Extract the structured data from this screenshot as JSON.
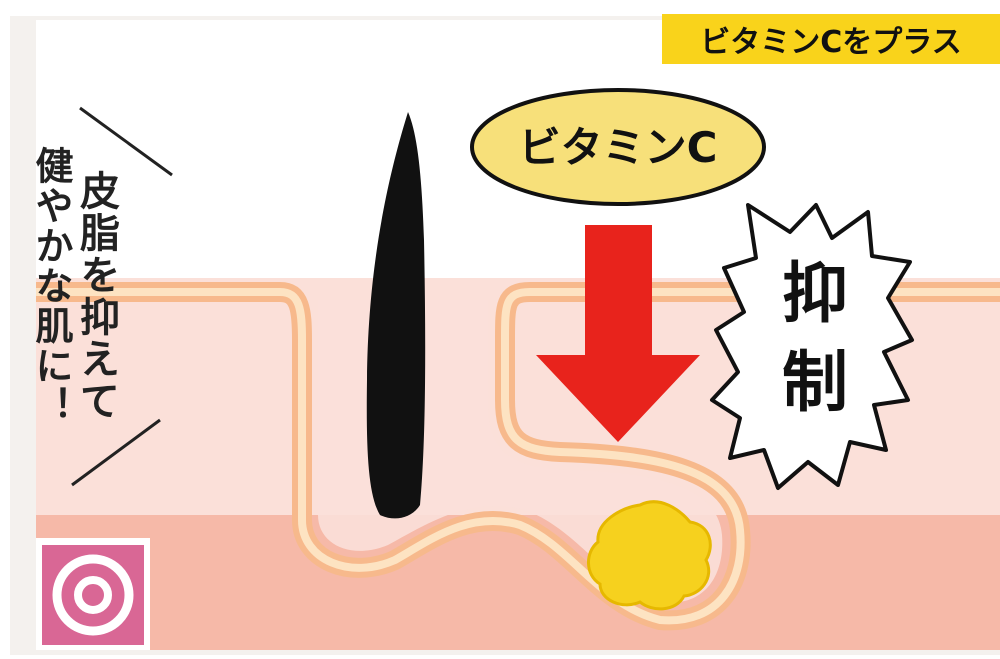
{
  "header": {
    "tag_label": "ビタミンCをプラス"
  },
  "vitamin_bubble": {
    "label": "ビタミンC"
  },
  "burst": {
    "line1": "抑",
    "line2": "制"
  },
  "side_caption": {
    "line1": "皮脂を抑えて",
    "line2": "健やかな肌に！"
  },
  "colors": {
    "skin_upper": "#fbe0d9",
    "skin_lower": "#f6b9a8",
    "follicle_band": "#f7b98c",
    "arrow_red": "#e8231c",
    "bubble_yellow": "#f7e07a",
    "sebum_yellow": "#f6d11e",
    "badge_pink": "#d96795",
    "tag_yellow": "#f9d31b"
  },
  "icons": {
    "badge": "bullseye-icon",
    "down_arrow": "down-arrow-icon"
  }
}
